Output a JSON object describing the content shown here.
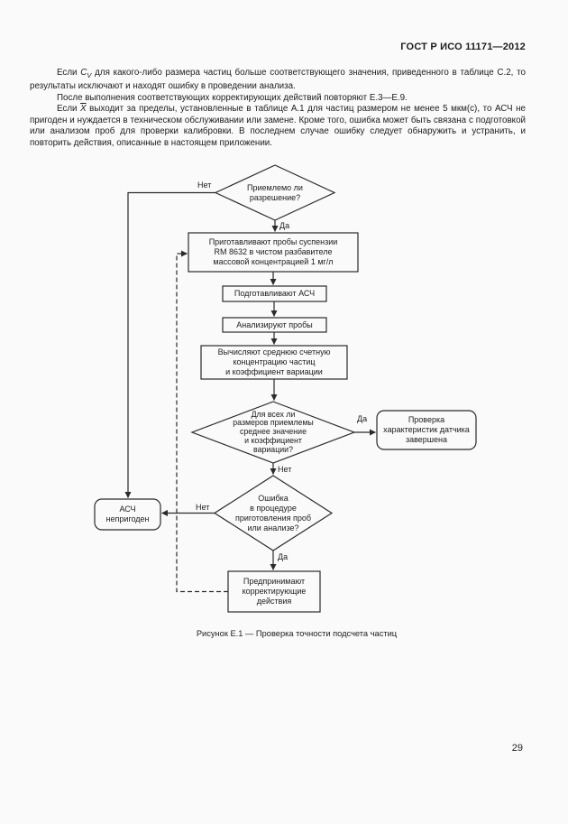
{
  "page": {
    "header": "ГОСТ Р ИСО 11171—2012",
    "page_number": "29",
    "caption": "Рисунок Е.1 — Проверка точности подсчета частиц"
  },
  "paragraphs": {
    "p1_lead": "Если ",
    "p1_var": "C",
    "p1_var_sub": "V",
    "p1_text": " для какого-либо размера частиц больше соответствующего значения, приведенного в таблице С.2, то результаты исключают и находят ошибку в проведении анализа.",
    "p2": "После выполнения соответствующих корректирующих действий повторяют Е.3—Е.9.",
    "p3_lead": "Если ",
    "p3_var": "X",
    "p3_text": " выходит за пределы, установленные в таблице А.1 для частиц  размером не менее 5 мкм(с), то АСЧ не пригоден и нуждается в техническом обслуживании или замене. Кроме того, ошибка может быть связана с подготовкой или анализом проб для проверки калибровки. В последнем случае ошибку следует обнаружить и устранить, и повторить действия, описанные в настоящем приложении."
  },
  "flowchart": {
    "nodes": {
      "decision_resolution": "Приемлемо ли\nразрешение?",
      "prepare_samples": "Приготавливают пробы суспензии\nRM 8632 в чистом разбавителе\nмассовой концентрацией 1 мг/л",
      "prepare_apc": "Подготавливают АСЧ",
      "analyze_samples": "Анализируют пробы",
      "compute_stats": "Вычисляют среднюю счетную\nконцентрацию частиц\nи коэффициент вариации",
      "decision_acceptable": "Для всех ли\nразмеров приемлемы\nсреднее значение\nи коэффициент\nвариации?",
      "check_complete": "Проверка\nхарактеристик датчика\nзавершена",
      "decision_error": "Ошибка\nв процедуре\nприготовления проб\nили анализе?",
      "apc_unfit": "АСЧ\nнепригоден",
      "corrective_actions": "Предпринимают\nкорректирующие\nдействия"
    },
    "edge_labels": {
      "yes": "Да",
      "no": "Нет"
    }
  }
}
